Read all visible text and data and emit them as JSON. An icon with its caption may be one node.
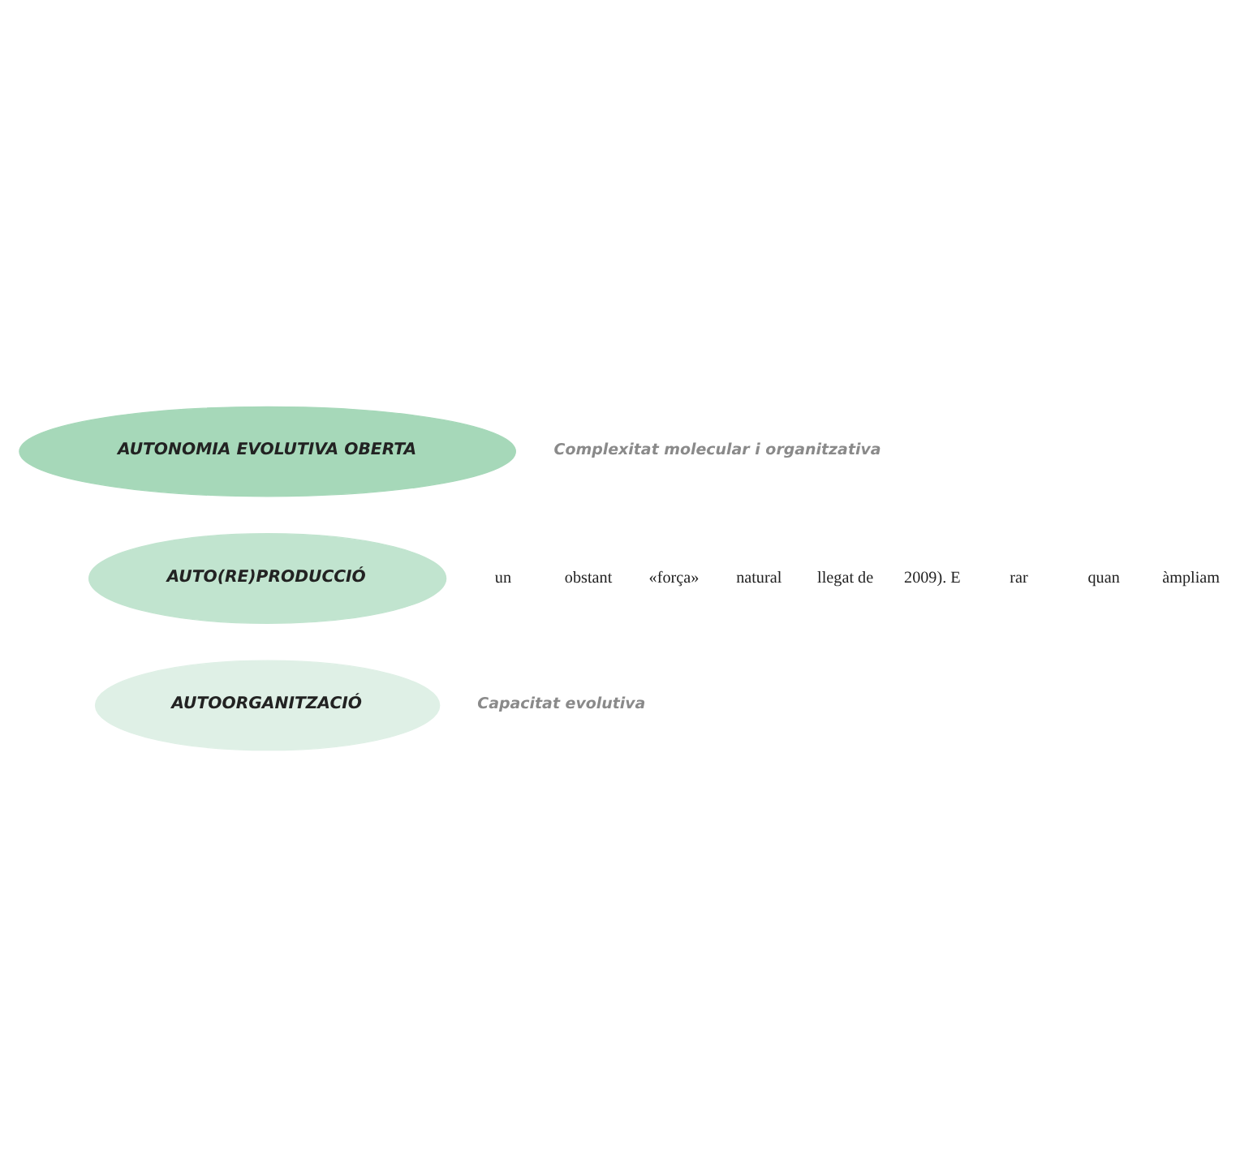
{
  "diagram": {
    "nodes": [
      {
        "text": [
          "AUTONOMIA EVOLUTIVA OBERTA"
        ]
      },
      {
        "text": [
          "AUTO(RE)PRODUCCIÓ"
        ]
      },
      {
        "text": [
          "AUTOORGANITZACIÓ"
        ]
      }
    ],
    "labels": [
      "Complexitat molecular i organitzativa",
      "àmpliam",
      "quan",
      "rar",
      "2009). E",
      "llegat de",
      "natural",
      "«força»",
      "obstant",
      "Capacitat evolutiva",
      "un"
    ]
  }
}
